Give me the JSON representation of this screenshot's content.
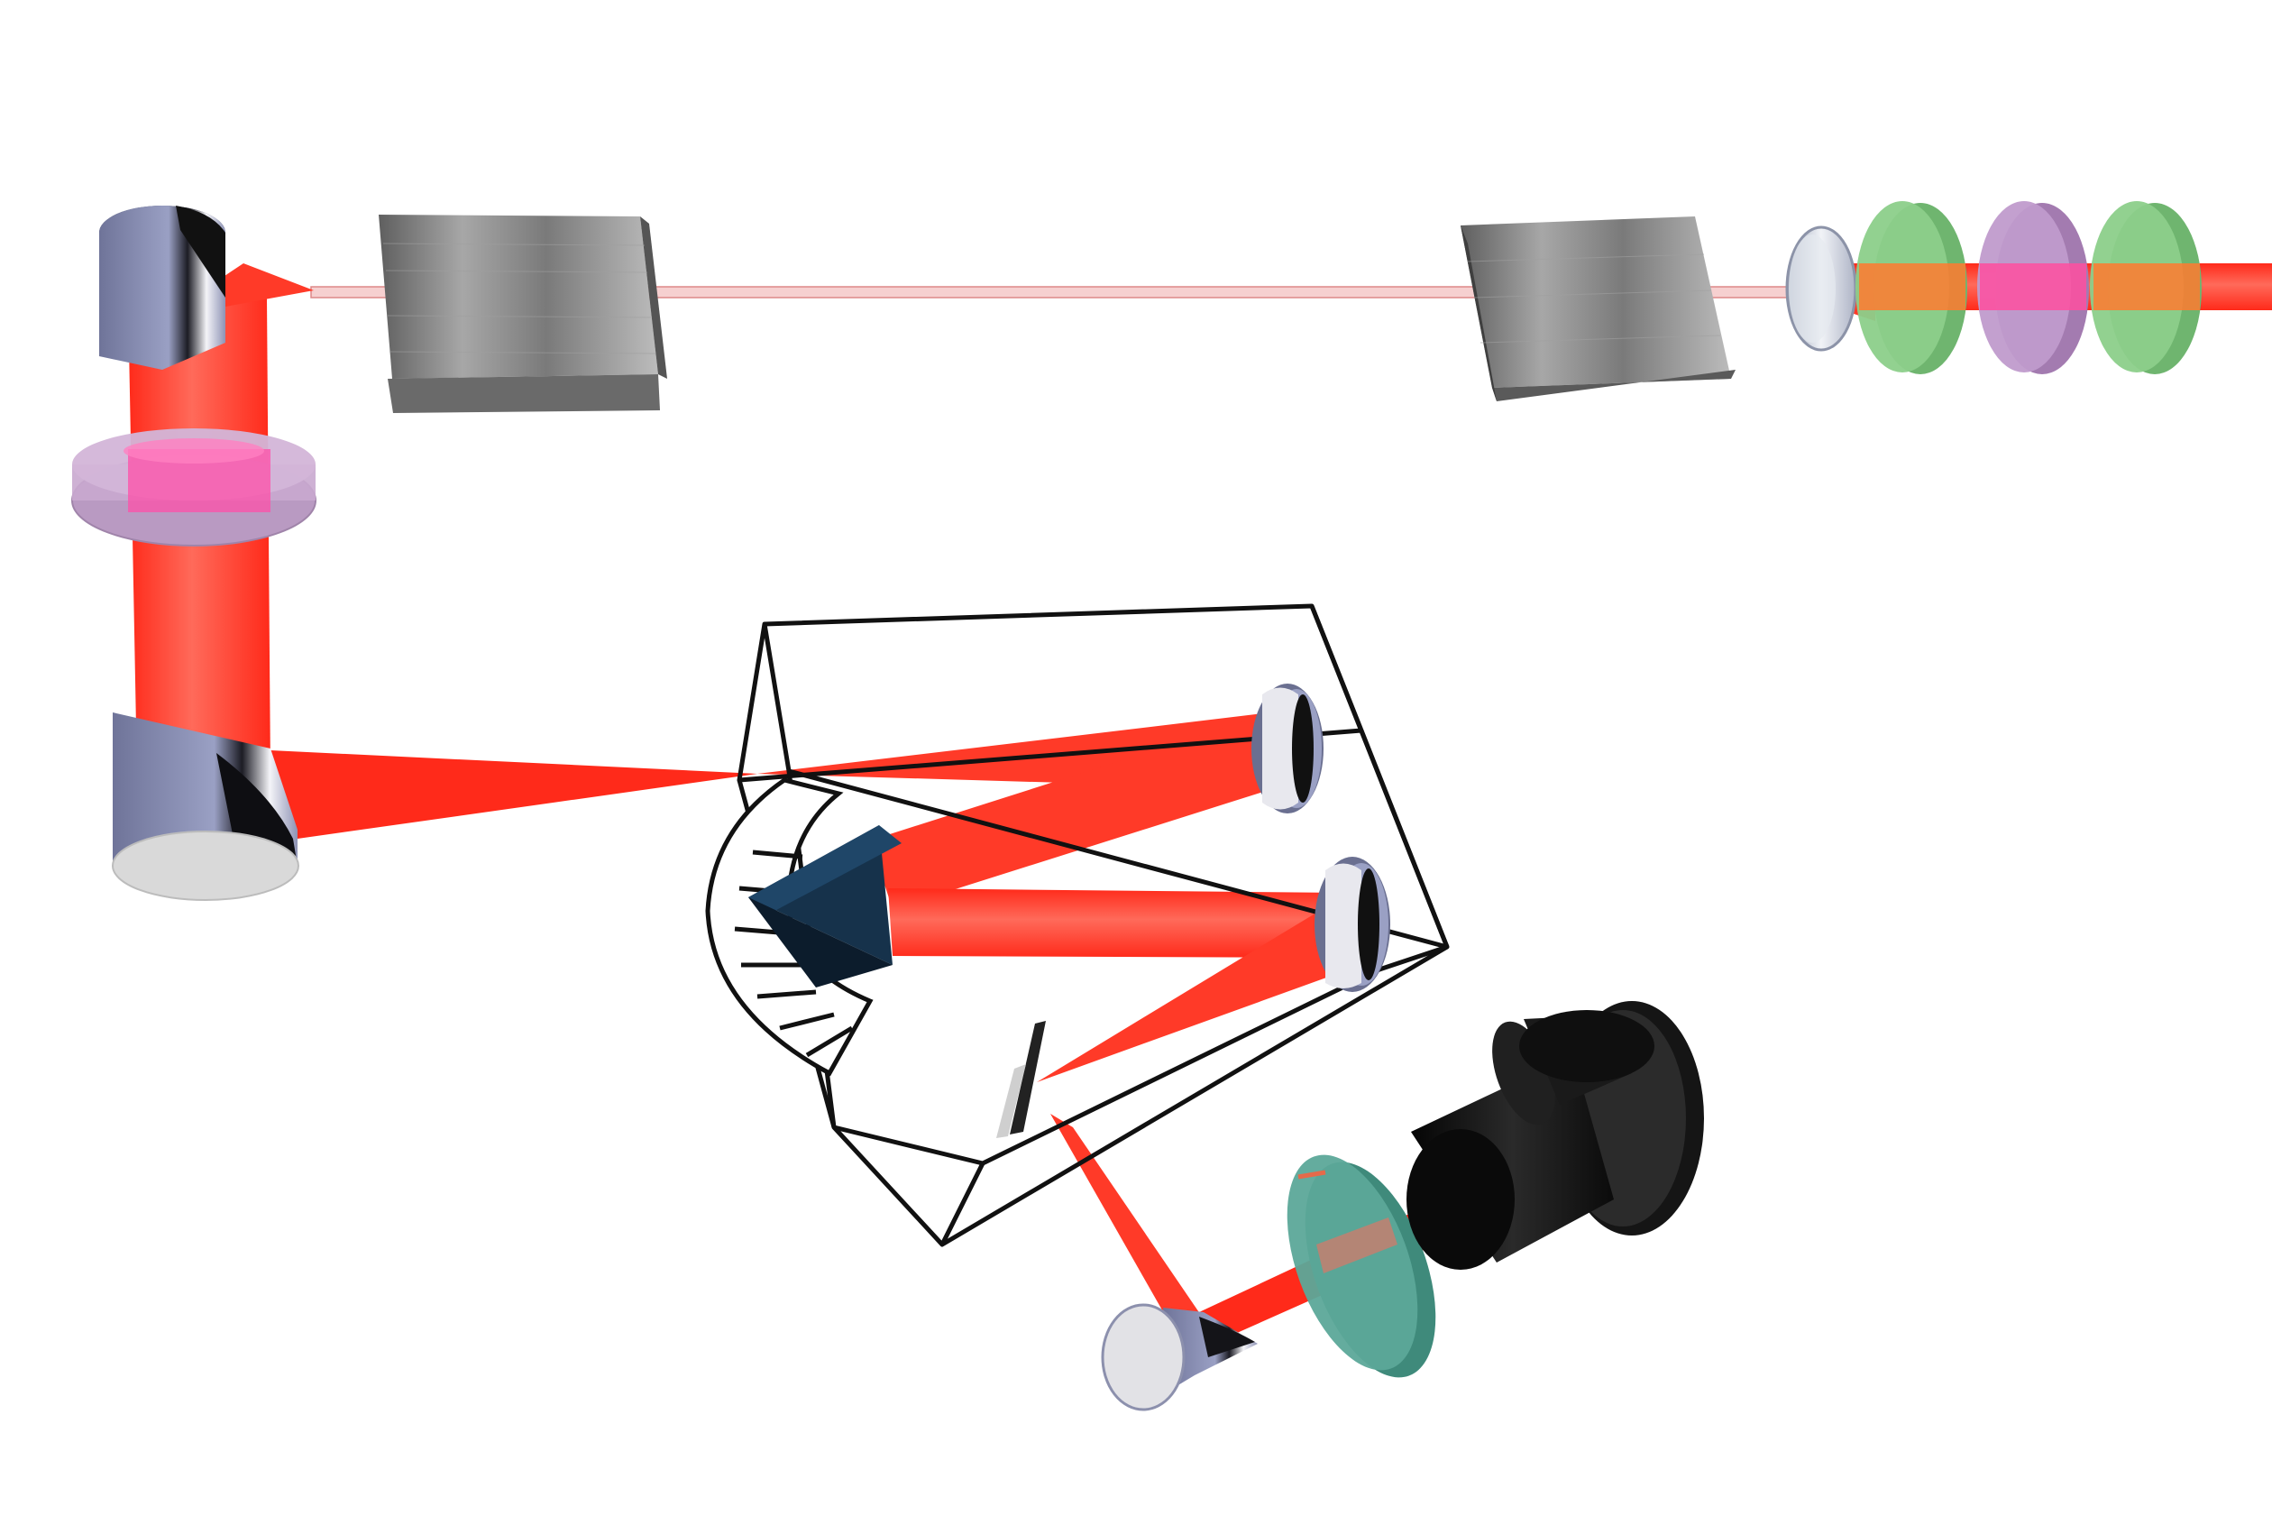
{
  "diagram": {
    "kind": "optical-setup",
    "text_labels": [],
    "colors": {
      "beam": "#ff2a1a",
      "beam_light": "#ff7a6a",
      "mirror_metal": "#7e83a8",
      "mirror_face": "#d8d8d8",
      "crystal_metal": "#8a8a8a",
      "filter_green": "#7cc27c",
      "filter_purple": "#b388bf",
      "filter_teal": "#4f9a8c",
      "prism": "#17324d",
      "detector": "#111111",
      "wireframe": "#111111"
    },
    "components": [
      {
        "id": "mirror-top-left",
        "type": "mirror"
      },
      {
        "id": "mirror-left-lower",
        "type": "mirror"
      },
      {
        "id": "filter-left",
        "type": "filter",
        "tint": "purple"
      },
      {
        "id": "crystal-1",
        "type": "crystal"
      },
      {
        "id": "crystal-2",
        "type": "crystal"
      },
      {
        "id": "lens-right",
        "type": "lens"
      },
      {
        "id": "filter-green-1",
        "type": "filter",
        "tint": "green"
      },
      {
        "id": "filter-purple",
        "type": "filter",
        "tint": "purple"
      },
      {
        "id": "filter-green-2",
        "type": "filter",
        "tint": "green"
      },
      {
        "id": "spectrometer-box",
        "type": "enclosure"
      },
      {
        "id": "prism",
        "type": "prism"
      },
      {
        "id": "grating-wheel",
        "type": "grating"
      },
      {
        "id": "concave-mirror-1",
        "type": "mirror"
      },
      {
        "id": "concave-mirror-2",
        "type": "mirror"
      },
      {
        "id": "slit",
        "type": "slit"
      },
      {
        "id": "mirror-bottom",
        "type": "mirror"
      },
      {
        "id": "filter-teal",
        "type": "filter",
        "tint": "teal"
      },
      {
        "id": "detector",
        "type": "detector"
      }
    ]
  }
}
